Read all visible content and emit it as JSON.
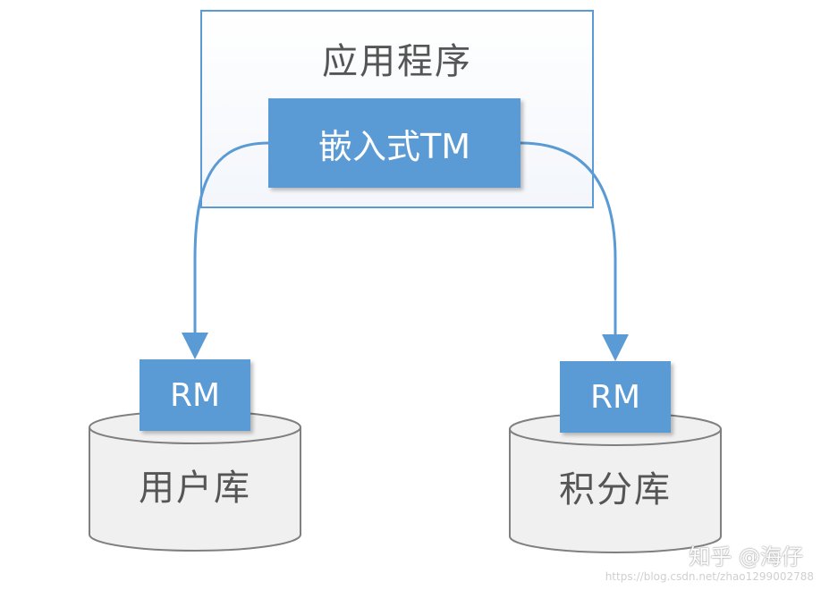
{
  "diagram": {
    "application": {
      "title": "应用程序"
    },
    "tm": {
      "label": "嵌入式TM"
    },
    "databases": [
      {
        "name": "用户库",
        "rm_label": "RM"
      },
      {
        "name": "积分库",
        "rm_label": "RM"
      }
    ],
    "colors": {
      "accent": "#5b9bd5",
      "db_fill": "#f0f0f0",
      "db_stroke": "#7f7f7f",
      "text": "#555555"
    }
  },
  "watermark": {
    "brand": "知乎 @海仔",
    "url": "https://blog.csdn.net/zhao1299002788"
  }
}
